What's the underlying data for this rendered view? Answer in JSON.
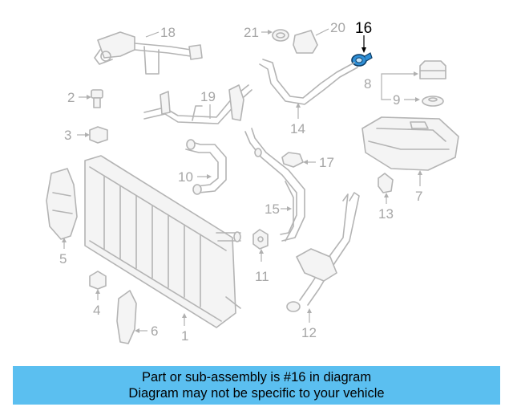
{
  "diagram": {
    "highlight_label": "16",
    "highlight_color": "#2f8fd6",
    "callouts": {
      "c1": "1",
      "c2": "2",
      "c3": "3",
      "c4": "4",
      "c5": "5",
      "c6": "6",
      "c7": "7",
      "c8": "8",
      "c9": "9",
      "c10": "10",
      "c11": "11",
      "c12": "12",
      "c13": "13",
      "c14": "14",
      "c15": "15",
      "c17": "17",
      "c18": "18",
      "c19": "19",
      "c20": "20",
      "c21": "21"
    }
  },
  "banner": {
    "line1": "Part or sub-assembly is #16 in diagram",
    "line2": "Diagram may not be specific to your vehicle",
    "background": "#5bbff0"
  }
}
